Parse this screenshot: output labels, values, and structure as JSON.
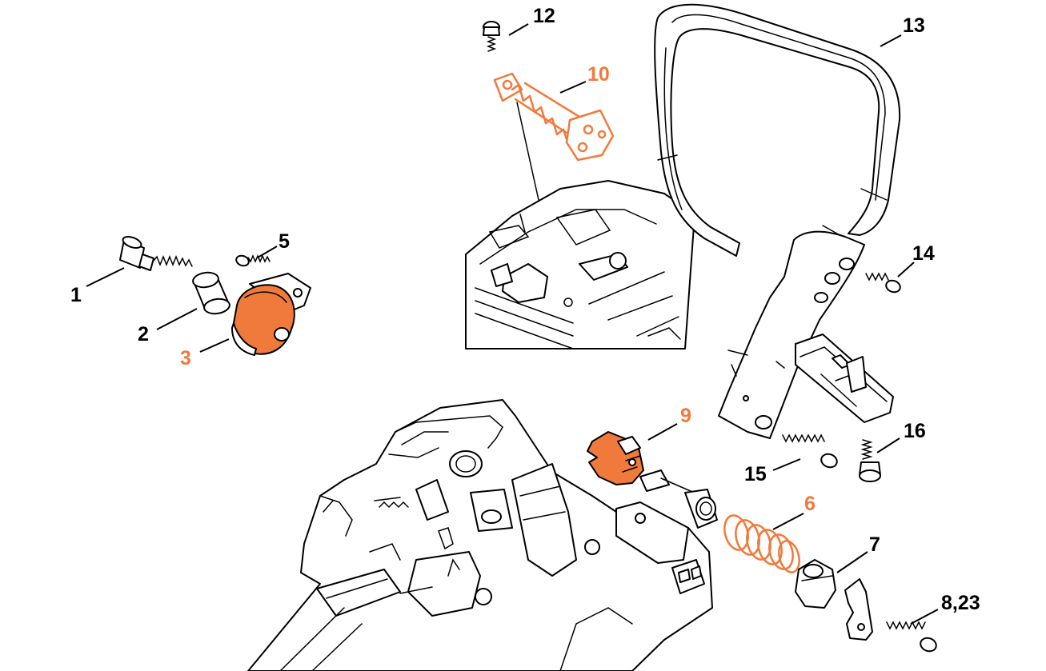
{
  "diagram": {
    "colors": {
      "highlight": "#f07a3c",
      "line": "#000000",
      "background": "#ffffff"
    },
    "callouts": [
      {
        "id": "c1",
        "label": "1",
        "highlight": false
      },
      {
        "id": "c2",
        "label": "2",
        "highlight": false
      },
      {
        "id": "c3",
        "label": "3",
        "highlight": true
      },
      {
        "id": "c5",
        "label": "5",
        "highlight": false
      },
      {
        "id": "c6",
        "label": "6",
        "highlight": true
      },
      {
        "id": "c7",
        "label": "7",
        "highlight": false
      },
      {
        "id": "c8",
        "label": "8,23",
        "highlight": false
      },
      {
        "id": "c9",
        "label": "9",
        "highlight": true
      },
      {
        "id": "c10",
        "label": "10",
        "highlight": true
      },
      {
        "id": "c12",
        "label": "12",
        "highlight": false
      },
      {
        "id": "c13",
        "label": "13",
        "highlight": false
      },
      {
        "id": "c14",
        "label": "14",
        "highlight": false
      },
      {
        "id": "c15",
        "label": "15",
        "highlight": false
      },
      {
        "id": "c16",
        "label": "16",
        "highlight": false
      }
    ]
  }
}
